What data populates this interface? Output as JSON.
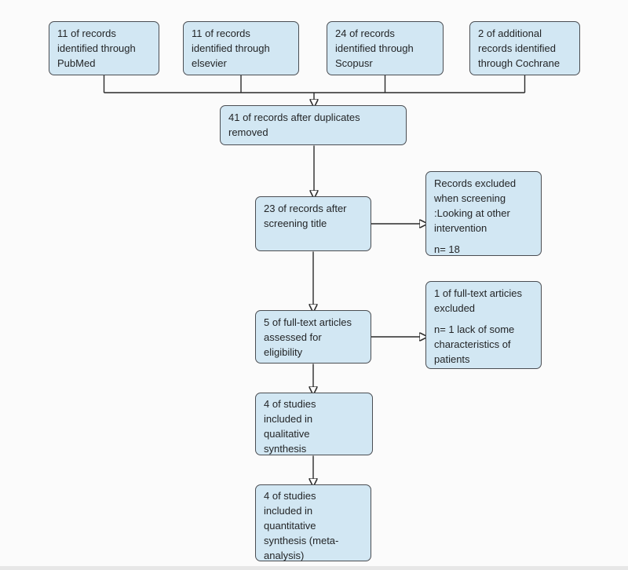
{
  "theme": {
    "background": "#fbfbfb",
    "box_fill": "#d2e7f3",
    "box_border": "#4a4d52",
    "text_color": "#232527",
    "line_color": "#2b2b2b"
  },
  "diagram_type": "prisma-flowchart",
  "nodes": {
    "pubmed": {
      "label": "11 of records identified through PubMed"
    },
    "elsevier": {
      "label": "11 of records identified through elsevier"
    },
    "scopus": {
      "label": "24 of records identified through Scopusr"
    },
    "cochrane": {
      "label": "2 of additional records identified through Cochrane"
    },
    "duplicates_removed": {
      "label": "41 of records after duplicates removed"
    },
    "screening": {
      "label": "23 of records after screening title"
    },
    "screening_excluded": {
      "reason": "Records excluded when screening :Looking at other intervention",
      "count": "n= 18"
    },
    "eligibility": {
      "label": "5 of full-text articles assessed for eligibility"
    },
    "fulltext_excluded": {
      "reason": "1 of full-text articies excluded",
      "count": "n= 1 lack of some characteristics of patients"
    },
    "qualitative": {
      "label": "4 of studies included in qualitative synthesis"
    },
    "quantitative": {
      "label": "4 of studies included in quantitative synthesis (meta-analysis)"
    }
  }
}
